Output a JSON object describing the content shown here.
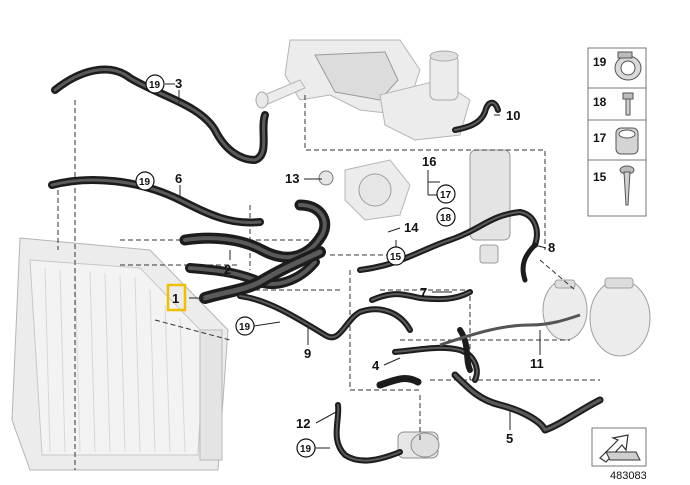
{
  "callouts": [
    {
      "id": "callout-1",
      "label": "1",
      "highlighted": true
    },
    {
      "id": "callout-2",
      "label": "2"
    },
    {
      "id": "callout-3",
      "label": "3"
    },
    {
      "id": "callout-4",
      "label": "4"
    },
    {
      "id": "callout-5",
      "label": "5"
    },
    {
      "id": "callout-6",
      "label": "6"
    },
    {
      "id": "callout-7",
      "label": "7"
    },
    {
      "id": "callout-8",
      "label": "8"
    },
    {
      "id": "callout-9",
      "label": "9"
    },
    {
      "id": "callout-10",
      "label": "10"
    },
    {
      "id": "callout-11",
      "label": "11"
    },
    {
      "id": "callout-12",
      "label": "12"
    },
    {
      "id": "callout-13",
      "label": "13"
    },
    {
      "id": "callout-14",
      "label": "14"
    },
    {
      "id": "callout-16",
      "label": "16"
    }
  ],
  "circled_callouts": [
    {
      "id": "circ-19-a",
      "label": "19"
    },
    {
      "id": "circ-19-b",
      "label": "19"
    },
    {
      "id": "circ-19-c",
      "label": "19"
    },
    {
      "id": "circ-19-d",
      "label": "19"
    },
    {
      "id": "circ-17",
      "label": "17"
    },
    {
      "id": "circ-18",
      "label": "18"
    },
    {
      "id": "circ-15",
      "label": "15"
    }
  ],
  "side_legend": [
    {
      "id": "legend-19",
      "label": "19",
      "icon": "hose-clamp-icon"
    },
    {
      "id": "legend-18",
      "label": "18",
      "icon": "bolt-icon"
    },
    {
      "id": "legend-17",
      "label": "17",
      "icon": "clamp-sleeve-icon"
    },
    {
      "id": "legend-15",
      "label": "15",
      "icon": "screw-icon"
    }
  ],
  "highlight_color": "#f0c000",
  "diagram_id": "483083",
  "orientation_icon": "front-arrow-icon"
}
